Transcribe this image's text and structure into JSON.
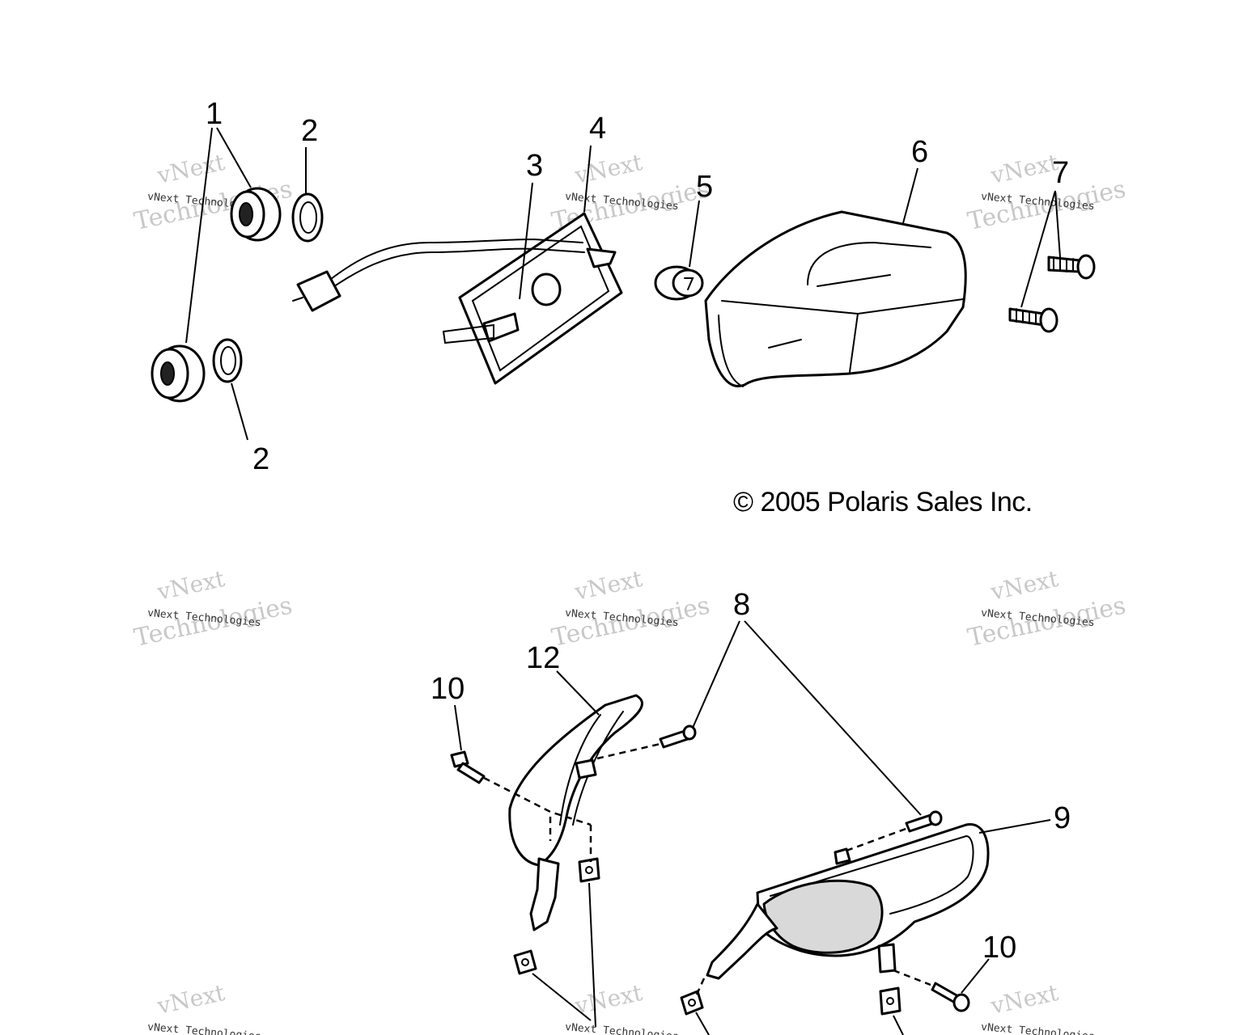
{
  "copyright": "© 2005 Polaris Sales Inc.",
  "watermark": {
    "line1": "vNext Technologies",
    "line2": "vNext",
    "line3": "Technologies"
  },
  "callouts": {
    "c1": "1",
    "c2a": "2",
    "c2b": "2",
    "c3": "3",
    "c4": "4",
    "c5": "5",
    "c6": "6",
    "c7": "7",
    "c8": "8",
    "c9": "9",
    "c10a": "10",
    "c10b": "10",
    "c12": "12"
  }
}
